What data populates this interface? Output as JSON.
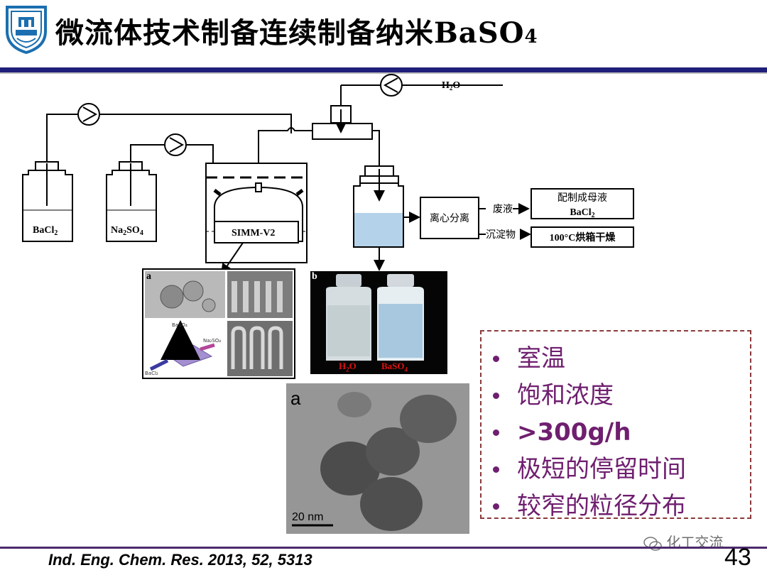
{
  "header": {
    "title_main": "微流体技术制备连续制备纳米BaSO",
    "title_sub": "4"
  },
  "flow": {
    "h2o_main": "H",
    "h2o_sub": "2",
    "h2o_end": "O",
    "bottle_bacl": "BaCl",
    "bottle_bacl_sub": "2",
    "bottle_na_pre": "Na",
    "bottle_na_sub1": "2",
    "bottle_na_mid": "SO",
    "bottle_na_sub2": "4",
    "reactor_label": "SIMM-V2",
    "separator": "离心分离",
    "waste_label": "废液",
    "precip_label": "沉淀物",
    "mother_line1": "配制成母液",
    "mother_line2_main": "BaCl",
    "mother_line2_sub": "2",
    "dry_box": "100°C烘箱干燥"
  },
  "photo_a": {
    "panel_label": "a",
    "baso": "BaSO₄",
    "naso": "Na₂SO₄",
    "bacl": "BaCl₂"
  },
  "photo_b": {
    "panel_label": "b",
    "vial1_main": "H",
    "vial1_sub": "2",
    "vial1_end": "O",
    "vial2_main": "BaSO",
    "vial2_sub": "4"
  },
  "tem": {
    "panel_label": "a",
    "scale": "20 nm"
  },
  "bullets": [
    "室温",
    "饱和浓度",
    ">300g/h",
    "极短的停留时间",
    "较窄的粒径分布"
  ],
  "footer": {
    "citation": "Ind. Eng. Chem. Res. 2013, 52, 5313",
    "watermark": "化工交流",
    "page_number": "43"
  },
  "colors": {
    "title_rule": "#1f1f7a",
    "bullet_text": "#6f1f6f",
    "box_border": "#8a3a3a",
    "footer_rule": "#4b2a6b"
  }
}
